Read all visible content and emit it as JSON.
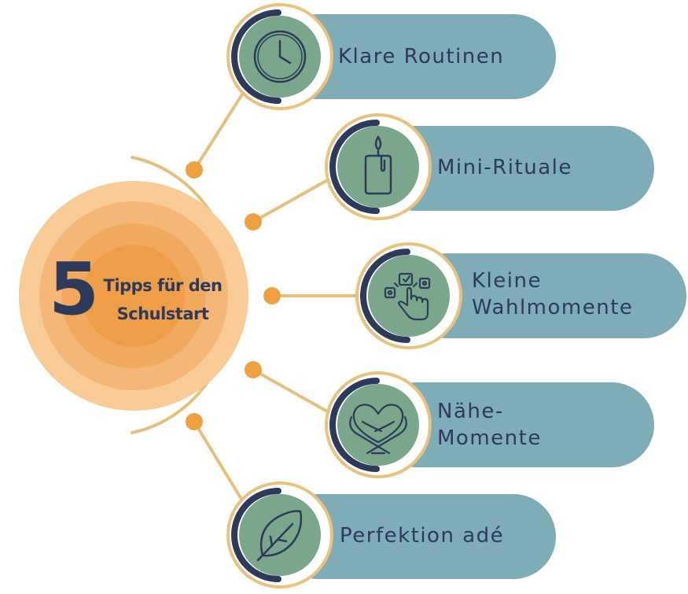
{
  "center": {
    "number": "5",
    "line1": "Tipps für den",
    "line2": "Schulstart"
  },
  "colors": {
    "pill": "#7eacb7",
    "iconCircle": "#7aa78c",
    "ring": "#e9c27f",
    "navy": "#2d3a5a",
    "dot": "#f0a040",
    "line": "#e6c07a"
  },
  "tips": [
    {
      "label_lines": [
        "Klare Routinen"
      ],
      "icon": "clock-icon"
    },
    {
      "label_lines": [
        "Mini-Rituale"
      ],
      "icon": "candle-icon"
    },
    {
      "label_lines": [
        "Kleine",
        "Wahlmomente"
      ],
      "icon": "touch-choice-icon"
    },
    {
      "label_lines": [
        "Nähe-",
        "Momente"
      ],
      "icon": "heart-hug-icon"
    },
    {
      "label_lines": [
        "Perfektion adé"
      ],
      "icon": "leaf-icon"
    }
  ]
}
